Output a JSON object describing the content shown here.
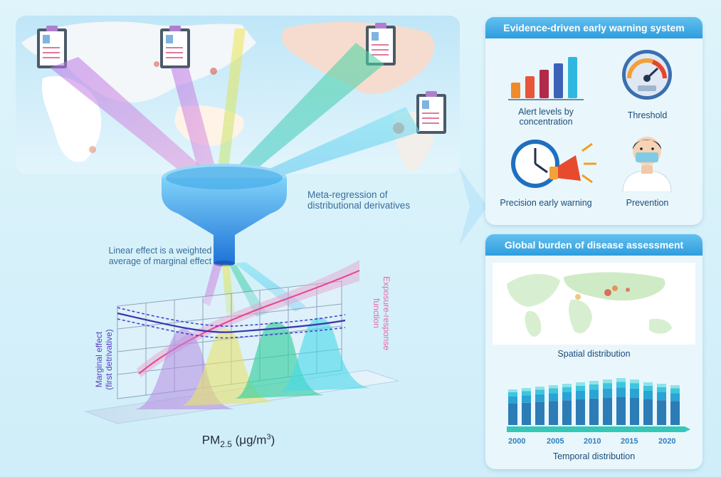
{
  "left": {
    "funnel_caption": "Meta-regression of\ndistributional derivatives",
    "linear_caption": "Linear effect is a weighted\naverage of marginal effect",
    "y_axis_label_1": "Marginal effect",
    "y_axis_label_2": "(first detrivative)",
    "exposure_label_1": "Exposure-response",
    "exposure_label_2": "function",
    "x_axis_label": "PM",
    "x_axis_sub": "2.5",
    "x_axis_unit": " (μg/m",
    "x_axis_sup": "3",
    "x_axis_end": ")"
  },
  "top_panel": {
    "title": "Evidence-driven early warning system",
    "items": [
      {
        "label": "Alert levels by\nconcentration",
        "icon": "bar-chart-icon"
      },
      {
        "label": "Threshold",
        "icon": "gauge-icon"
      },
      {
        "label": "Precision early warning",
        "icon": "clock-megaphone-icon"
      },
      {
        "label": "Prevention",
        "icon": "masked-person-icon"
      }
    ],
    "colors": {
      "bars": [
        "#f08a2a",
        "#e9553b",
        "#b3294a",
        "#3a63b8",
        "#2fb7e0"
      ]
    }
  },
  "bottom_panel": {
    "title": "Global burden of disease assessment",
    "spatial_label": "Spatial distribution",
    "temporal_label": "Temporal distribution",
    "years": [
      "2000",
      "2005",
      "2010",
      "2015",
      "2020"
    ]
  }
}
